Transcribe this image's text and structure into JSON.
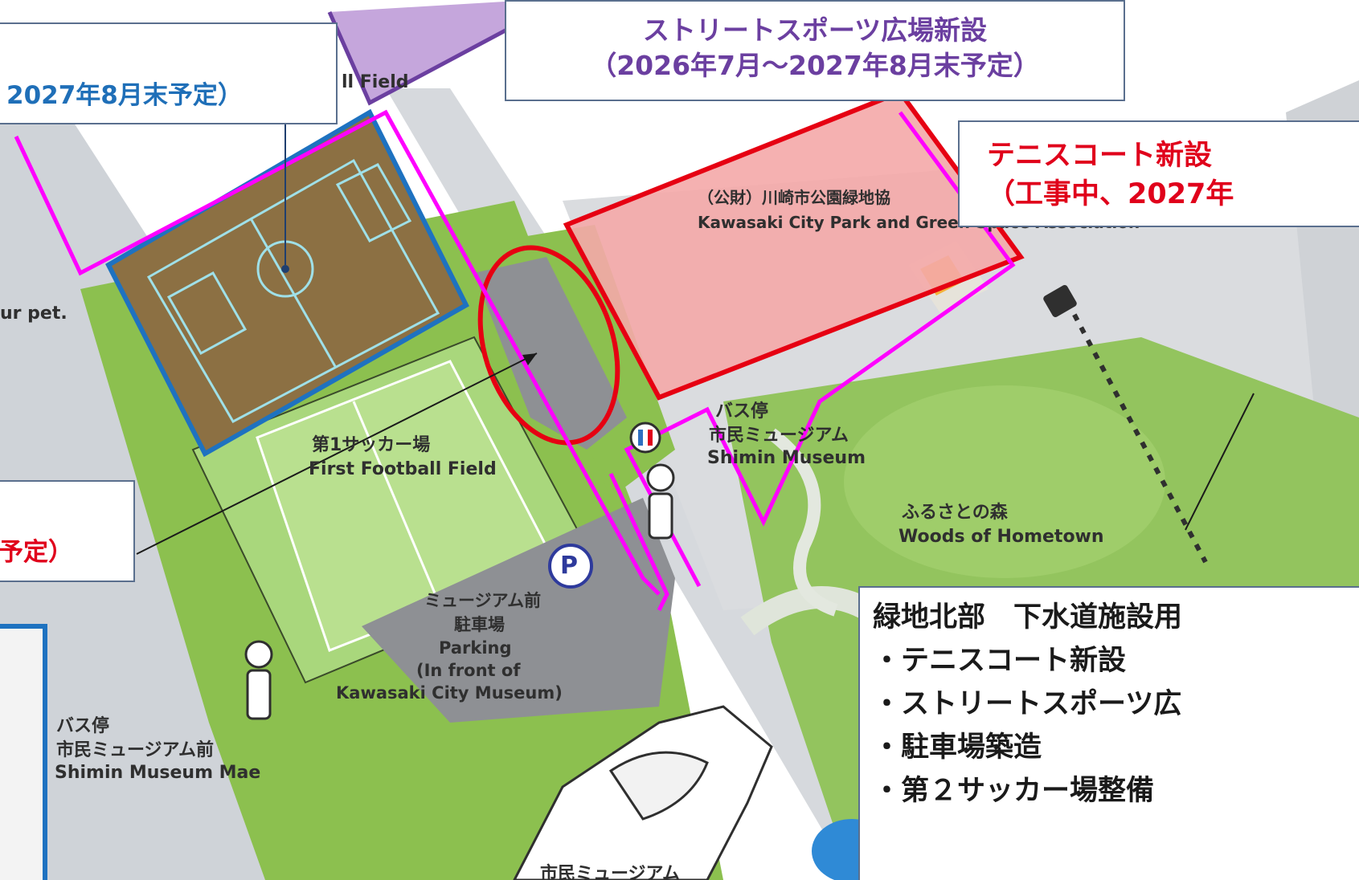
{
  "colors": {
    "purple_text": "#6b3fa0",
    "blue_text": "#1f6fb8",
    "red_text": "#e0001b",
    "magenta_outline": "#ff00ff",
    "red_outline": "#e60012",
    "blue_outline": "#1e72c0",
    "purple_fill": "#c5a6dc"
  },
  "callouts": {
    "street_sports": {
      "line1": "ストリートスポーツ広場新設",
      "line2": "（2026年7月～2027年8月末予定）"
    },
    "soccer_field_partial": {
      "line1": "2027年8月末予定）"
    },
    "tennis_court": {
      "line1": "テニスコート新設",
      "line2": "（工事中、2027年"
    },
    "parking_partial": {
      "line1": "予定）"
    },
    "north_summary": {
      "title": "緑地北部　下水道施設用",
      "items": [
        "・テニスコート新設",
        "・ストリートスポーツ広",
        "・駐車場築造",
        "・第２サッカー場整備"
      ]
    }
  },
  "map_labels": {
    "field_top_partial": "ll Field",
    "association_jp": "（公財）川崎市公園緑地協",
    "association_en": "Kawasaki City Park and Green Space Association",
    "pet_partial": "ur pet.",
    "first_field_jp": "第1サッカー場",
    "first_field_en": "First Football Field",
    "bus_stop_museum_jp1": "バス停",
    "bus_stop_museum_jp2": "市民ミュージアム",
    "bus_stop_museum_en": "Shimin Museum",
    "woods_jp": "ふるさとの森",
    "woods_en": "Woods of Hometown",
    "parking_jp1": "ミュージアム前",
    "parking_jp2": "駐車場",
    "parking_en1": "Parking",
    "parking_en2": "(In front of",
    "parking_en3": "Kawasaki City Museum)",
    "parking_symbol": "P",
    "bus_stop_mae_jp1": "バス停",
    "bus_stop_mae_jp2": "市民ミュージアム前",
    "bus_stop_mae_en": "Shimin Museum Mae",
    "museum_bottom_partial": "市民ミュージアム"
  }
}
